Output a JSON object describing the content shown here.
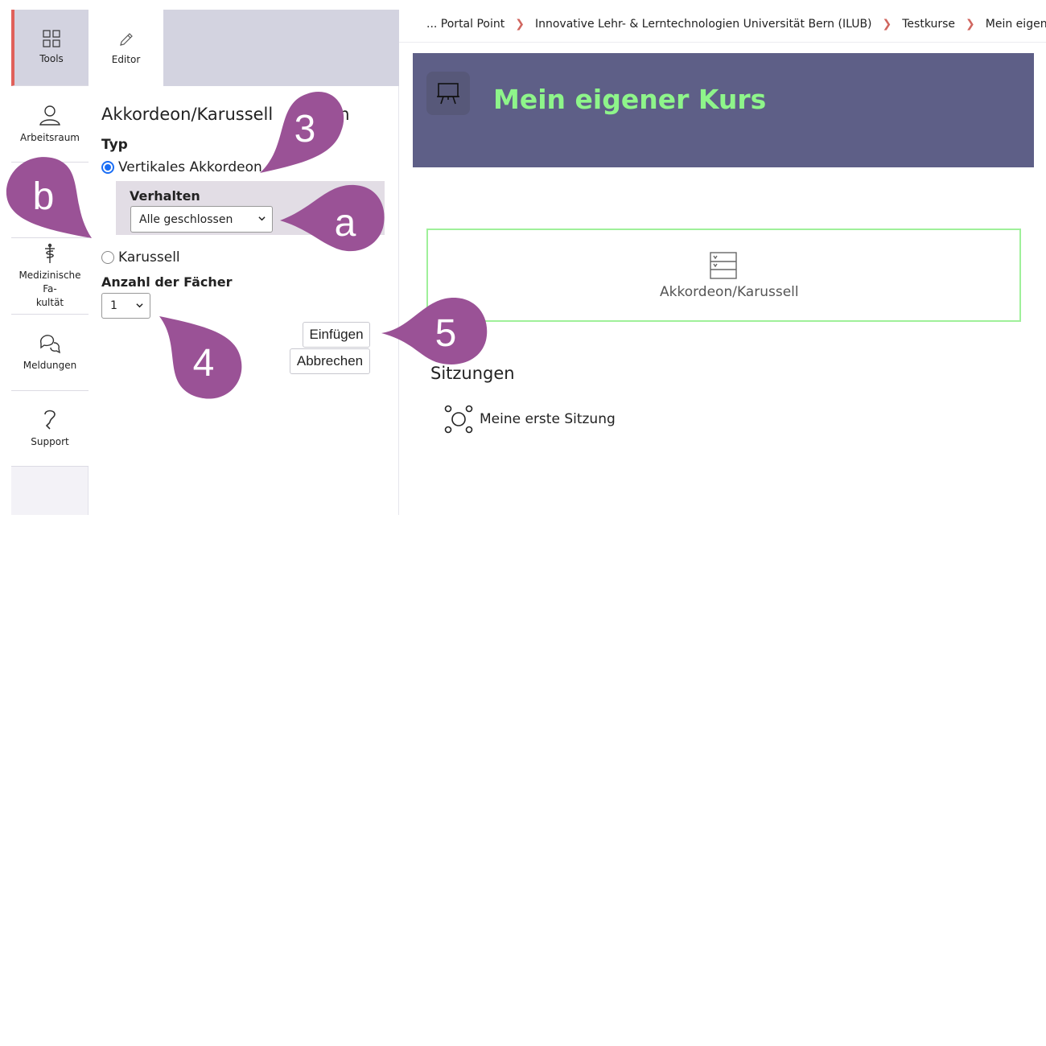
{
  "rail": {
    "tools": "Tools",
    "arbeitsraum": "Arbeitsraum",
    "medizin_line1": "Medizinische Fa-",
    "medizin_line2": "kultät",
    "meldungen": "Meldungen",
    "support": "Support"
  },
  "editor_tab": "Editor",
  "panel": {
    "title": "Akkordeon/Karussell",
    "title_tail": "n",
    "typ_label": "Typ",
    "option_vertical": "Vertikales Akkordeon",
    "option_carousel": "Karussell",
    "selected_type": "Vertikales Akkordeon",
    "verhalten_label": "Verhalten",
    "verhalten_value": "Alle geschlossen",
    "anzahl_label": "Anzahl der Fächer",
    "anzahl_value": "1",
    "insert_button": "Einfügen",
    "cancel_button": "Abbrechen"
  },
  "breadcrumb": [
    "... Portal Point",
    "Innovative Lehr- & Lerntechnologien Universität Bern (ILUB)",
    "Testkurse",
    "Mein eigener Kurs"
  ],
  "course": {
    "title": "Mein eigener Kurs",
    "title_color": "#8ef58a",
    "header_color": "#5e5f87"
  },
  "preview": {
    "label": "Akkordeon/Karussell"
  },
  "sessions": {
    "title": "Sitzungen",
    "items": [
      "Meine erste Sitzung"
    ]
  },
  "markers": {
    "m3": "3",
    "ma": "a",
    "mb": "b",
    "m4": "4",
    "m5": "5",
    "color": "#9a5296"
  },
  "icons": {
    "tools": "grid-icon",
    "editor": "pencil-icon",
    "arbeitsraum": "user-icon",
    "medizin": "caduceus-icon",
    "meldungen": "chat-bubbles-icon",
    "support": "question-icon",
    "course": "presentation-board-icon",
    "preview": "accordion-icon",
    "session": "session-nodes-icon"
  }
}
